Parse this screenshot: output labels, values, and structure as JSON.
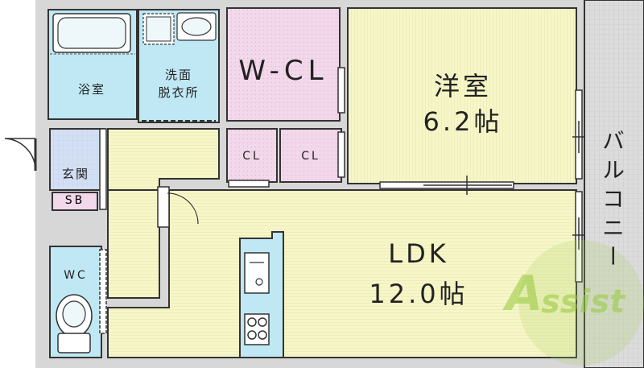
{
  "rooms": {
    "bath": "浴室",
    "washroom_line1": "洗面",
    "washroom_line2": "脱衣所",
    "wcl": "W-CL",
    "western_name": "洋室",
    "western_size": "6.2帖",
    "closet_1": "CL",
    "closet_2": "CL",
    "entrance": "玄関",
    "shoe_box": "SB",
    "balcony": "バルコニー",
    "ldk_name": "LDK",
    "ldk_size": "12.0帖",
    "toilet": "WC"
  },
  "watermark": {
    "letter": "A",
    "rest": "ssist"
  },
  "colors": {
    "wall": "#333333",
    "bath_blue": "#bfe8f4",
    "closet_pink": "#f3d8ec",
    "floor_yellow": "#f6f6c8",
    "entrance_blue": "#d3e0f4",
    "balcony_gray": "#dcdcdc",
    "watermark_green": "#96c83c"
  }
}
